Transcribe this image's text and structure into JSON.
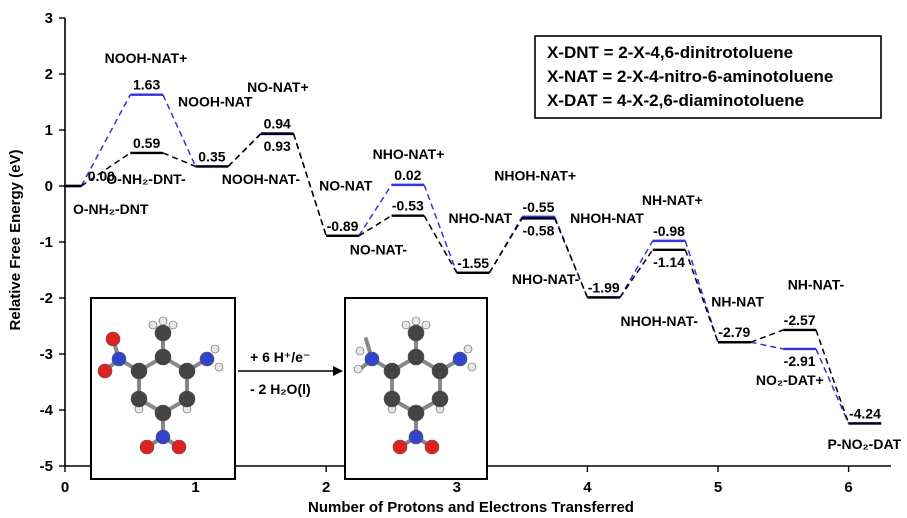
{
  "chart_data": {
    "type": "line",
    "xlabel": "Number of Protons and Electrons Transferred",
    "ylabel": "Relative Free Energy (eV)",
    "xlim": [
      0,
      6.3
    ],
    "ylim": [
      -5,
      3
    ],
    "x_ticks": [
      "0",
      "1",
      "2",
      "3",
      "4",
      "5",
      "6"
    ],
    "y_ticks": [
      "3",
      "2",
      "1",
      "0",
      "-1",
      "-2",
      "-3",
      "-4",
      "-5"
    ],
    "legend_lines": [
      "X-DNT = 2-X-4,6-dinitrotoluene",
      "X-NAT = 2-X-4-nitro-6-aminotoluene",
      "X-DAT = 4-X-2,6-diaminotoluene"
    ],
    "reaction": {
      "top": "+ 6 H⁺/e⁻",
      "bottom": "- 2 H₂O(l)"
    },
    "series": [
      {
        "color": "#000000",
        "levels": [
          {
            "step": 0,
            "energy": 0.0,
            "label": "0.00"
          },
          {
            "step": 0.625,
            "energy": 0.59,
            "label": "0.59"
          },
          {
            "step": 1.125,
            "energy": 0.35,
            "label": "0.35"
          },
          {
            "step": 1.625,
            "energy": 0.93,
            "label": "0.93"
          },
          {
            "step": 2.125,
            "energy": -0.89,
            "label": "-0.89"
          },
          {
            "step": 2.625,
            "energy": -0.53,
            "label": "-0.53"
          },
          {
            "step": 3.125,
            "energy": -1.55,
            "label": "-1.55"
          },
          {
            "step": 3.625,
            "energy": -0.58,
            "label": "-0.58"
          },
          {
            "step": 4.125,
            "energy": -1.99,
            "label": "-1.99"
          },
          {
            "step": 4.625,
            "energy": -1.14,
            "label": "-1.14"
          },
          {
            "step": 5.125,
            "energy": -2.79,
            "label": "-2.79"
          },
          {
            "step": 5.625,
            "energy": -2.57,
            "label": "-2.57"
          },
          {
            "step": 6.125,
            "energy": -4.24,
            "label": "-4.24"
          }
        ]
      },
      {
        "color": "#3333dd",
        "levels": [
          {
            "step": 0,
            "energy": 0.0
          },
          {
            "step": 0.625,
            "energy": 1.63,
            "label": "1.63"
          },
          {
            "step": 1.125,
            "energy": 0.35
          },
          {
            "step": 1.625,
            "energy": 0.94,
            "label": "0.94"
          },
          {
            "step": 2.125,
            "energy": -0.89
          },
          {
            "step": 2.625,
            "energy": 0.02,
            "label": "0.02"
          },
          {
            "step": 3.125,
            "energy": -1.55
          },
          {
            "step": 3.625,
            "energy": -0.55,
            "label": "-0.55"
          },
          {
            "step": 4.125,
            "energy": -1.99
          },
          {
            "step": 4.625,
            "energy": -0.98,
            "label": "-0.98"
          },
          {
            "step": 5.125,
            "energy": -2.79
          },
          {
            "step": 5.625,
            "energy": -2.91,
            "label": "-2.91"
          },
          {
            "step": 6.125,
            "energy": -4.24
          }
        ]
      }
    ],
    "species_labels": [
      {
        "text": "O-NH₂-DNT",
        "x": 0.35,
        "energy": -0.5
      },
      {
        "text": "NOOH-NAT+",
        "x": 0.62,
        "energy": 2.2
      },
      {
        "text": "O-NH₂-DNT-",
        "x": 0.62,
        "energy": 0.04
      },
      {
        "text": "NOOH-NAT",
        "x": 1.15,
        "energy": 1.42
      },
      {
        "text": "NO-NAT+",
        "x": 1.63,
        "energy": 1.68
      },
      {
        "text": "NOOH-NAT-",
        "x": 1.5,
        "energy": 0.04
      },
      {
        "text": "NO-NAT",
        "x": 2.15,
        "energy": -0.08
      },
      {
        "text": "NO-NAT-",
        "x": 2.4,
        "energy": -1.22
      },
      {
        "text": "NHO-NAT+",
        "x": 2.63,
        "energy": 0.48
      },
      {
        "text": "NHO-NAT",
        "x": 3.18,
        "energy": -0.66
      },
      {
        "text": "NHO-NAT-",
        "x": 3.68,
        "energy": -1.75
      },
      {
        "text": "NHOH-NAT+",
        "x": 3.6,
        "energy": 0.1
      },
      {
        "text": "NHOH-NAT",
        "x": 4.15,
        "energy": -0.66
      },
      {
        "text": "NHOH-NAT-",
        "x": 4.55,
        "energy": -2.5
      },
      {
        "text": "NH-NAT+",
        "x": 4.65,
        "energy": -0.34
      },
      {
        "text": "NH-NAT",
        "x": 5.15,
        "energy": -2.15
      },
      {
        "text": "NH-NAT-",
        "x": 5.75,
        "energy": -1.85
      },
      {
        "text": "NO₂-DAT+",
        "x": 5.55,
        "energy": -3.55
      },
      {
        "text": "P-NO₂-DAT",
        "x": 6.12,
        "energy": -4.7
      }
    ]
  }
}
